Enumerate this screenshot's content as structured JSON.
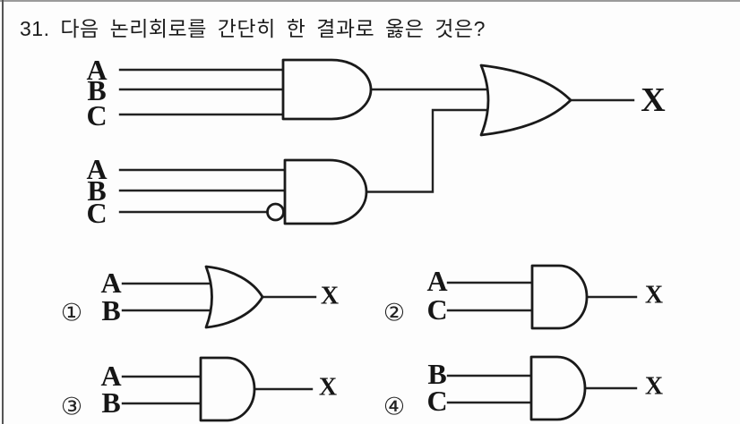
{
  "title": "31. 다음 논리회로를 간단히 한 결과로 옳은 것은?",
  "colors": {
    "ink": "#1c1c1c",
    "paper": "#fdfdfd",
    "border": "#9a9a9a"
  },
  "main_circuit": {
    "top_and": {
      "type": "AND",
      "inputs": [
        "A",
        "B",
        "C"
      ]
    },
    "bottom_and": {
      "type": "AND",
      "inputs": [
        "A",
        "B",
        "C"
      ],
      "inverted_input": "C"
    },
    "or_gate": {
      "type": "OR"
    },
    "output": "X"
  },
  "options": [
    {
      "number": "①",
      "gate": "OR",
      "inputs": [
        "A",
        "B"
      ],
      "output": "X"
    },
    {
      "number": "②",
      "gate": "AND",
      "inputs": [
        "A",
        "C"
      ],
      "output": "X"
    },
    {
      "number": "③",
      "gate": "AND",
      "inputs": [
        "A",
        "B"
      ],
      "output": "X"
    },
    {
      "number": "④",
      "gate": "AND",
      "inputs": [
        "B",
        "C"
      ],
      "output": "X"
    }
  ]
}
